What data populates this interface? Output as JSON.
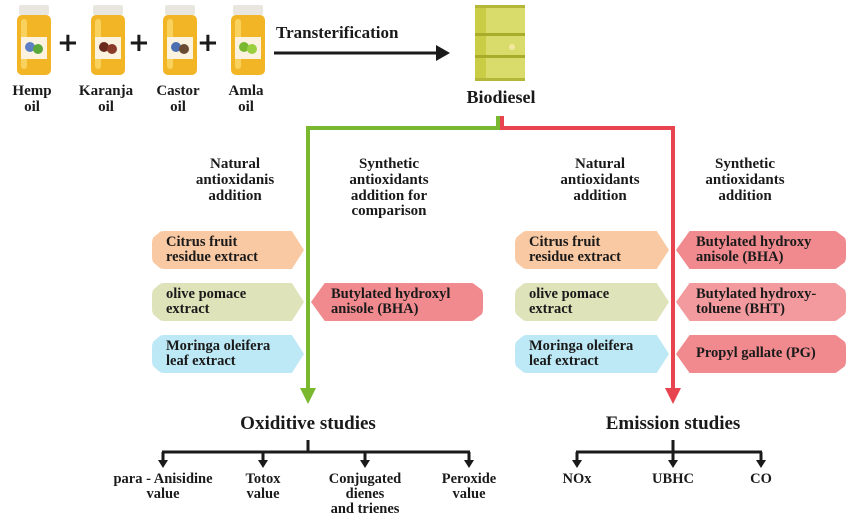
{
  "oils": [
    {
      "label_line1": "Hemp",
      "label_line2": "oil",
      "icon": "hemp-oil-bottle-icon"
    },
    {
      "label_line1": "Karanja",
      "label_line2": "oil",
      "icon": "karanja-oil-bottle-icon"
    },
    {
      "label_line1": "Castor",
      "label_line2": "oil",
      "icon": "castor-oil-bottle-icon"
    },
    {
      "label_line1": "Amla",
      "label_line2": "oil",
      "icon": "amla-oil-bottle-icon"
    }
  ],
  "plus_symbol": "+",
  "process_label": "Transterification",
  "product": {
    "label": "Biodiesel",
    "icon": "barrel-icon"
  },
  "left_branch": {
    "color": "#7ab830",
    "natural_header": [
      "Natural",
      "antioxidanis",
      "addition"
    ],
    "synthetic_header": [
      "Synthetic",
      "antioxidants",
      "addition for",
      "comparison"
    ],
    "natural_items": [
      {
        "line1": "Citrus fruit",
        "line2": "residue extract",
        "color": "#f9c9a3"
      },
      {
        "line1": "olive pomace",
        "line2": "extract",
        "color": "#dfe3b9"
      },
      {
        "line1": "Moringa oleifera",
        "line2": "leaf extract",
        "color": "#bde8f5"
      }
    ],
    "synthetic_items": [
      {
        "line1": "Butylated  hydroxyl",
        "line2": "anisole (BHA)",
        "color": "#f08a8e"
      }
    ],
    "study": {
      "title": "Oxiditive studies",
      "outcomes": [
        [
          "para - Anisidine",
          "value"
        ],
        [
          "Totox",
          "value"
        ],
        [
          "Conjugated",
          "dienes",
          "and trienes"
        ],
        [
          "Peroxide",
          "value"
        ]
      ]
    }
  },
  "right_branch": {
    "color": "#e8444f",
    "natural_header": [
      "Natural",
      "antioxidants",
      "addition"
    ],
    "synthetic_header": [
      "Synthetic",
      "antioxidants",
      "addition"
    ],
    "natural_items": [
      {
        "line1": "Citrus fruit",
        "line2": "residue extract",
        "color": "#f9c9a3"
      },
      {
        "line1": "olive pomace",
        "line2": "extract",
        "color": "#dfe3b9"
      },
      {
        "line1": "Moringa oleifera",
        "line2": "leaf extract",
        "color": "#bde8f5"
      }
    ],
    "synthetic_items": [
      {
        "line1": "Butylated  hydroxy",
        "line2": "anisole (BHA)",
        "color": "#f08a8e"
      },
      {
        "line1": "Butylated hydroxy-",
        "line2": "toluene (BHT)",
        "color": "#f29a9e"
      },
      {
        "line1": "Propyl gallate (PG)",
        "line2": "",
        "color": "#f08a8e"
      }
    ],
    "study": {
      "title": "Emission studies",
      "outcomes": [
        [
          "NOx"
        ],
        [
          "UBHC"
        ],
        [
          "CO"
        ]
      ]
    }
  }
}
